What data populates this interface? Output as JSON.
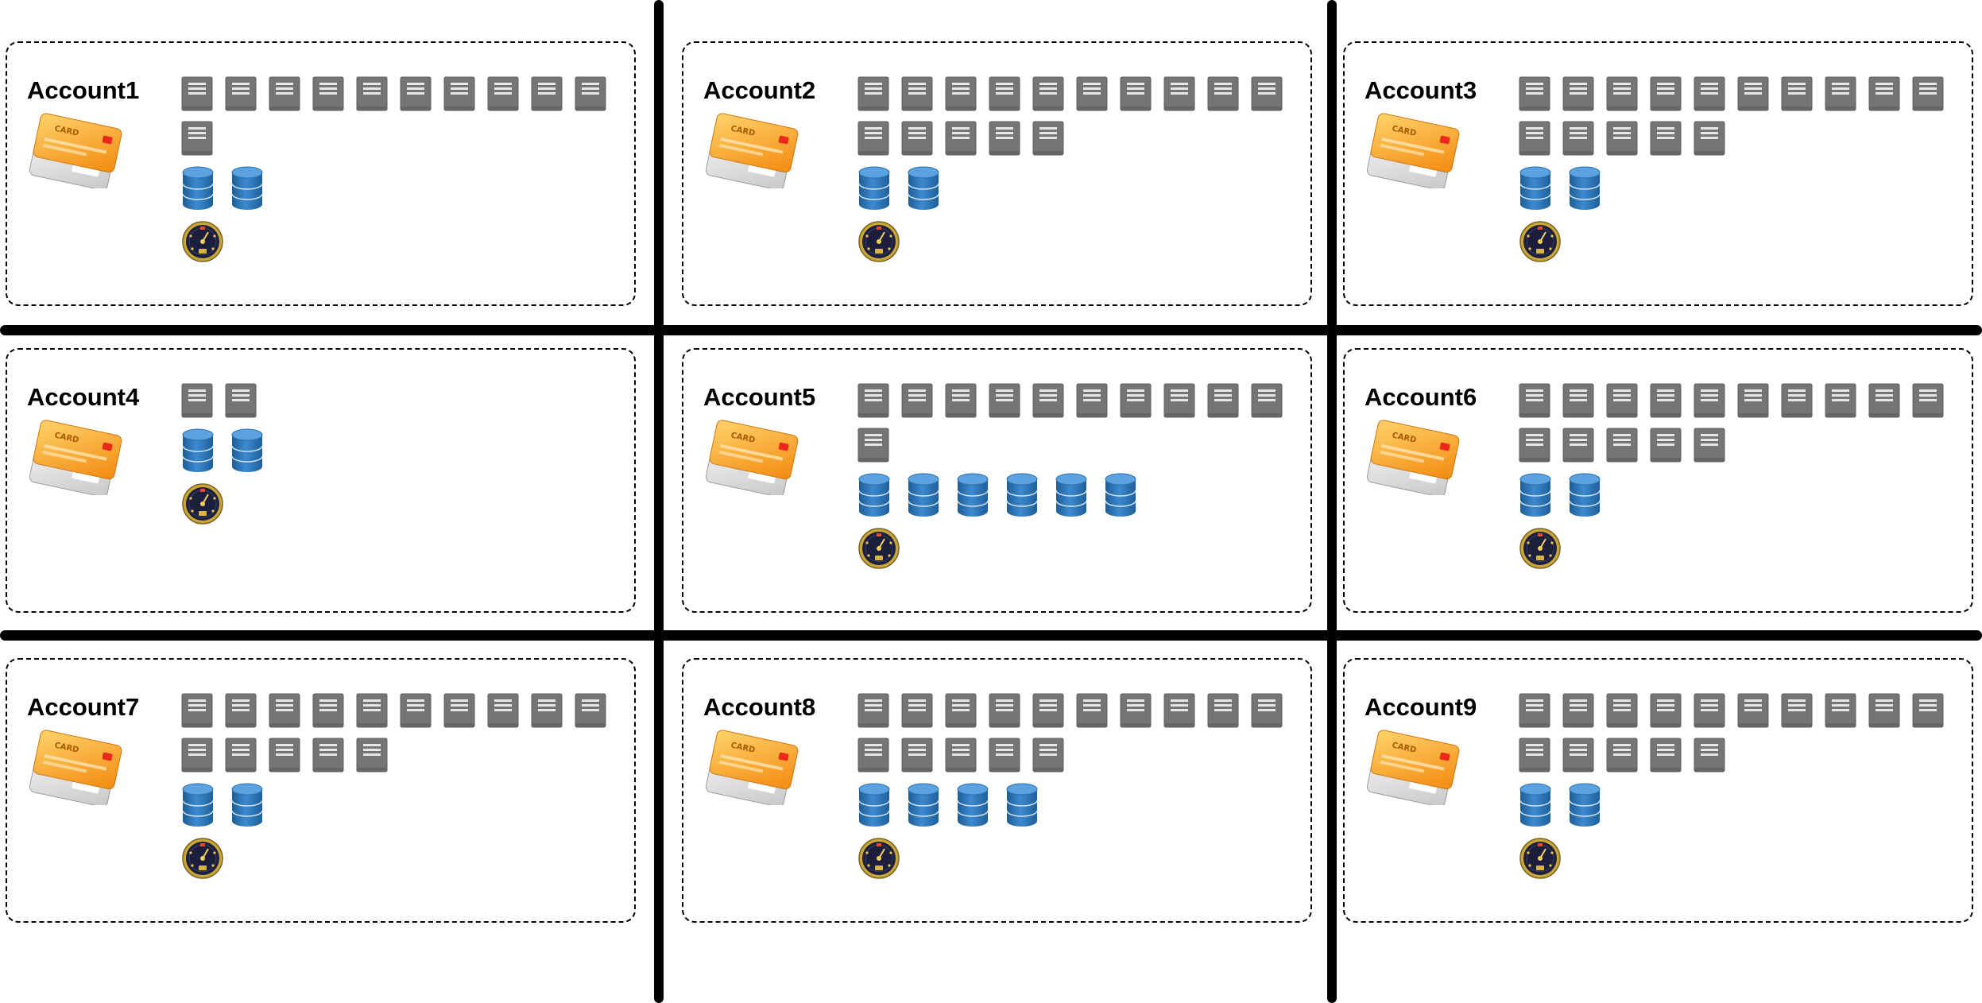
{
  "accounts": [
    {
      "label": "Account1",
      "servers": 11,
      "databases": 2,
      "gauges": 1
    },
    {
      "label": "Account2",
      "servers": 15,
      "databases": 2,
      "gauges": 1
    },
    {
      "label": "Account3",
      "servers": 15,
      "databases": 2,
      "gauges": 1
    },
    {
      "label": "Account4",
      "servers": 2,
      "databases": 2,
      "gauges": 1
    },
    {
      "label": "Account5",
      "servers": 11,
      "databases": 6,
      "gauges": 1
    },
    {
      "label": "Account6",
      "servers": 15,
      "databases": 2,
      "gauges": 1
    },
    {
      "label": "Account7",
      "servers": 15,
      "databases": 2,
      "gauges": 1
    },
    {
      "label": "Account8",
      "servers": 15,
      "databases": 4,
      "gauges": 1
    },
    {
      "label": "Account9",
      "servers": 15,
      "databases": 2,
      "gauges": 1
    }
  ],
  "icons": {
    "account": "credit-card-icon",
    "server": "server-icon",
    "database": "database-icon",
    "gauge": "gauge-icon"
  },
  "colors": {
    "server": "#757575",
    "database": "#2f75b5",
    "card": "#f7a21b",
    "gauge": "#1c1f3b"
  }
}
